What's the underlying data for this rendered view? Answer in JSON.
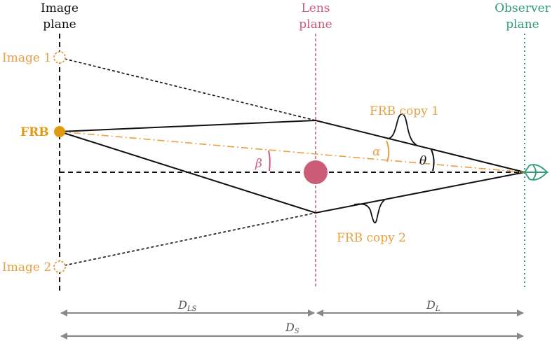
{
  "colors": {
    "black": "#111111",
    "orange": "#e8a040",
    "orange_dark": "#e09a10",
    "pink": "#cc5b78",
    "teal": "#2e9a7a",
    "gray": "#888888"
  },
  "planes": {
    "image": [
      "Image",
      "plane"
    ],
    "lens": [
      "Lens",
      "plane"
    ],
    "observer": [
      "Observer",
      "plane"
    ]
  },
  "labels": {
    "image1": "Image 1",
    "image2": "Image 2",
    "frb": "FRB",
    "frb_copy1": "FRB copy 1",
    "frb_copy2": "FRB copy 2",
    "alpha": "α",
    "beta": "β",
    "theta": "θ"
  },
  "distances": {
    "dls_main": "D",
    "dls_sub": "LS",
    "dl_main": "D",
    "dl_sub": "L",
    "ds_main": "D",
    "ds_sub": "S"
  }
}
